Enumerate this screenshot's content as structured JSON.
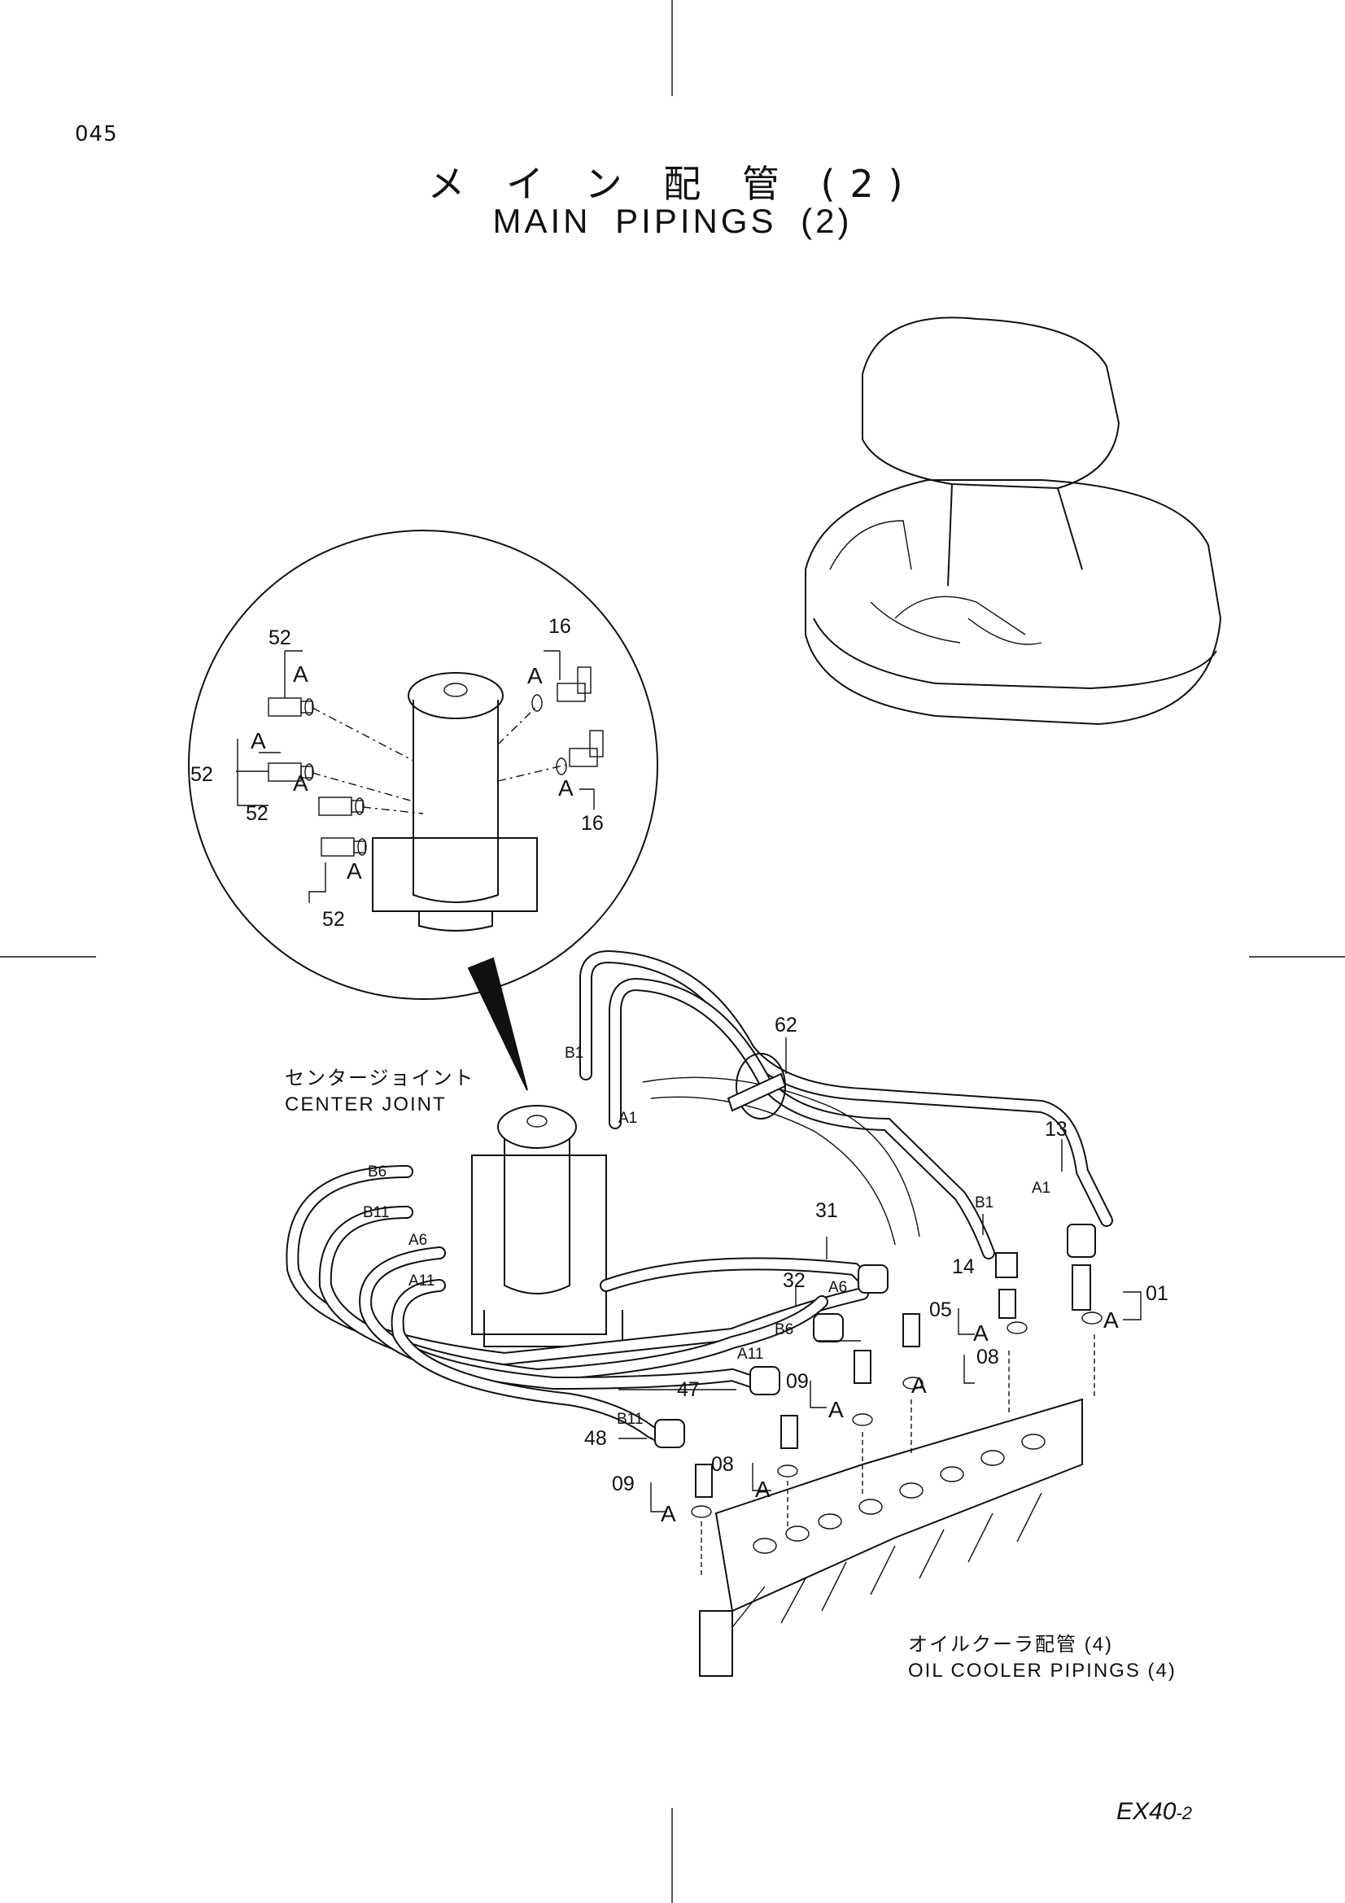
{
  "page_number": "045",
  "title_jp": "メ イ ン 配 管 (2)",
  "title_en": "MAIN PIPINGS (2)",
  "model": {
    "main": "EX40",
    "suffix": "-2"
  },
  "center_joint": {
    "label_jp": "センタージョイント",
    "label_en": "CENTER JOINT"
  },
  "oil_cooler": {
    "label_jp": "オイルクーラ配管 (4)",
    "label_en": "OIL COOLER PIPINGS (4)"
  },
  "detail_callouts": {
    "c52": "52",
    "c16": "16",
    "mark_a": "A"
  },
  "ports": {
    "b1": "B1",
    "a1": "A1",
    "b6": "B6",
    "b11": "B11",
    "a6": "A6",
    "a11": "A11"
  },
  "callouts": {
    "c62": "62",
    "c13": "13",
    "c14": "14",
    "c31": "31",
    "c32": "32",
    "c01": "01",
    "c05": "05",
    "c08": "08",
    "c09": "09",
    "c47": "47",
    "c48": "48"
  }
}
